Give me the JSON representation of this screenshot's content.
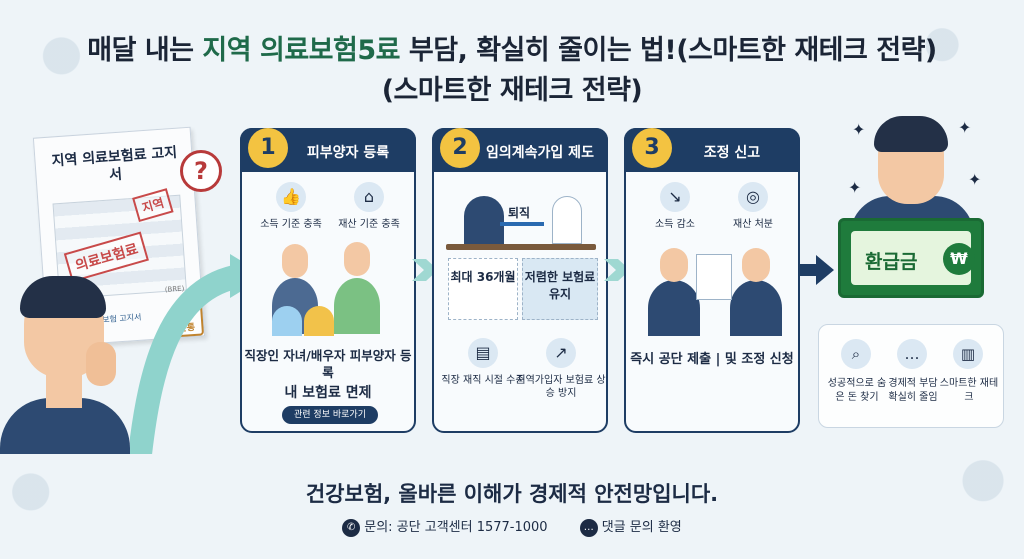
{
  "header": {
    "title_prefix": "매달 내는 ",
    "title_highlight": "지역 의료보험5료",
    "title_suffix": " 부담, 확실히 줄이는 법!(스마트한 재테크 전략)",
    "subtitle": "(스마트한 재테크 전략)"
  },
  "notice": {
    "title": "지역 의료보험료 고지서",
    "stamp_top": "지역",
    "stamp_main": "의료보험료",
    "footer_text": "지역의료보험 고지서",
    "corner_stamp": "모금 문통",
    "small_label": "(BRE)",
    "question_mark": "?"
  },
  "steps": [
    {
      "number": "1",
      "title": "피부양자 등록",
      "icons": [
        {
          "label": "소득 기준 충족",
          "icon": "thumbs-up-icon"
        },
        {
          "label": "재산 기준 충족",
          "icon": "house-icon"
        }
      ],
      "main_text": "직장인 자녀/배우자 피부양자 등록",
      "emphasis": "내 보험료 면제",
      "button": "관련 정보 바로가기"
    },
    {
      "number": "2",
      "title": "임의계속가입 제도",
      "retire_label": "퇴직",
      "box1": "최대 36개월",
      "box2": "저렴한 보험료 유지",
      "icons": [
        {
          "label": "직장 재직 시절 수준",
          "icon": "document-icon"
        },
        {
          "label": "지역가입자 보험료 상승 방지",
          "icon": "chart-up-icon"
        }
      ]
    },
    {
      "number": "3",
      "title": "조정 신고",
      "icons": [
        {
          "label": "소득 감소",
          "icon": "chart-down-icon"
        },
        {
          "label": "재산 처분",
          "icon": "coins-icon"
        }
      ],
      "main_text": "즉시 공단 제출 | 및 조정 신청"
    }
  ],
  "result": {
    "refund_label": "환급금",
    "currency": "₩",
    "benefits": [
      {
        "label": "성공적으로 숨은 돈 찾기",
        "icon": "search-icon"
      },
      {
        "label": "경제적 부담 확실히 줄임",
        "icon": "chat-icon"
      },
      {
        "label": "스마트한 재테크",
        "icon": "chart-icon"
      }
    ]
  },
  "footer": {
    "main": "건강보험, 올바른 이해가 경제적 안전망입니다.",
    "contact": "문의: 공단 고객센터 1577-1000",
    "comment": "댓글 문의 환영"
  },
  "colors": {
    "navy": "#1e3d64",
    "accent_yellow": "#f3c341",
    "green": "#1f7b3c",
    "stamp_red": "#c84a4a",
    "highlight": "#1f6a4a"
  }
}
